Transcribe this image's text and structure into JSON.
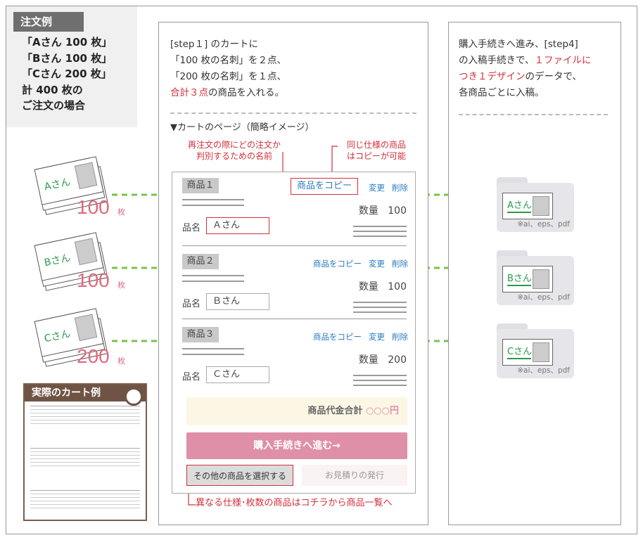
{
  "sidebar": {
    "tag": "注文例",
    "lines": [
      "「Aさん 100 枚」",
      "「Bさん 100 枚」",
      "「Cさん 200 枚」",
      "計 400 枚の",
      "ご注文の場合"
    ]
  },
  "mid": {
    "intro_line1": "[step１] のカートに",
    "intro_line2": "「100 枚の名刺」を２点、",
    "intro_line3": "「200 枚の名刺」を１点、",
    "intro_line4_red": "合計３点",
    "intro_line4_rest": "の商品を入れる。",
    "cart_label": "▼カートのページ（簡略イメージ）",
    "annot_left_1": "再注文の際にどの注文か",
    "annot_left_2": "判別するための名前",
    "annot_right_1": "同じ仕様の商品",
    "annot_right_2": "はコピーが可能",
    "items": [
      {
        "tag": "商品１",
        "name_label": "品名",
        "name_value": "Ａさん",
        "qty_label": "数量",
        "qty": "100",
        "copy": "商品をコピー",
        "edit": "変更",
        "delete": "削除"
      },
      {
        "tag": "商品２",
        "name_label": "品名",
        "name_value": "Ｂさん",
        "qty_label": "数量",
        "qty": "100",
        "copy": "商品をコピー",
        "edit": "変更",
        "delete": "削除"
      },
      {
        "tag": "商品３",
        "name_label": "品名",
        "name_value": "Ｃさん",
        "qty_label": "数量",
        "qty": "200",
        "copy": "商品をコピー",
        "edit": "変更",
        "delete": "削除"
      }
    ],
    "total_label": "商品代金合計",
    "total_placeholder": "○○○円",
    "checkout": "購入手続きへ進む→",
    "other": "その他の商品を選択する",
    "quote": "お見積りの発行",
    "bottom_note": "異なる仕様･枚数の商品はコチラから商品一覧へ"
  },
  "right": {
    "line1": "購入手続きへ進み、[step4]",
    "line2_a": "の入稿手続きで、",
    "line2_red": "１ファイルに",
    "line3_red": "つき１デザイン",
    "line3_b": "のデータで、",
    "line4": "各商品ごとに入稿。",
    "folders": [
      {
        "name": "Aさん",
        "types": "※ai、eps、pdf"
      },
      {
        "name": "Bさん",
        "types": "※ai、eps、pdf"
      },
      {
        "name": "Cさん",
        "types": "※ai、eps、pdf"
      }
    ]
  },
  "stacks": [
    {
      "name": "Aさん",
      "count": "100",
      "unit": "枚"
    },
    {
      "name": "Bさん",
      "count": "100",
      "unit": "枚"
    },
    {
      "name": "Cさん",
      "count": "200",
      "unit": "枚"
    }
  ],
  "example": {
    "title": "実際のカート例"
  },
  "colors": {
    "accent_red": "#d32f3a",
    "link_blue": "#2a7bc2",
    "arrow_green": "#7cc04a",
    "checkout_pink": "#df8fa8"
  }
}
